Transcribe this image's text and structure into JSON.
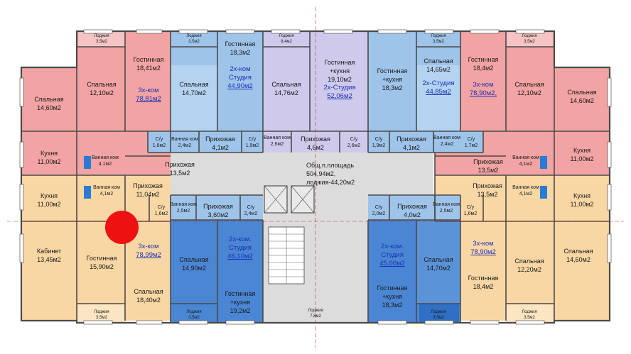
{
  "colors": {
    "red_unit": "#f2a3a3",
    "red_balcony": "#f6c4c4",
    "blue_unit": "#9ec4ea",
    "dark_blue_unit": "#4a86d3",
    "lavender_unit": "#cfc9ec",
    "orange_unit": "#f9d7a4",
    "core": "#dcdcdc",
    "wall": "#4a4a4a",
    "marker": "#ee1111",
    "apartment_text": "#1b2fb8"
  },
  "summary": {
    "line1": "Общ.п.площадь",
    "line2": "504,94м2,",
    "line3": "лоджия-44,20м2"
  },
  "apartments": [
    {
      "type": "3х-ком",
      "area": "78,81м2"
    },
    {
      "type": "2х-ком Студия",
      "area": "44,90м2"
    },
    {
      "type": "2х-Студия",
      "area": "52,06м2"
    },
    {
      "type": "2х-Студия",
      "area": "44,85м2"
    },
    {
      "type": "3х-ком",
      "area": "78,90м2,"
    },
    {
      "type": "3х-ком",
      "area": "78,99м2"
    },
    {
      "type": "2х-ком. Студия",
      "area": "46,10м2"
    },
    {
      "type": "2х-ком. Студия",
      "area": "45,00м2"
    },
    {
      "type": "3х-ком",
      "area": "78,90м2"
    }
  ],
  "rooms": [
    {
      "name": "Лоджия",
      "area": "3,5м2"
    },
    {
      "name": "Лоджия",
      "area": "3,5м2"
    },
    {
      "name": "Лоджия",
      "area": "8,4м2"
    },
    {
      "name": "Лоджия",
      "area": "3,5м2"
    },
    {
      "name": "Лоджия",
      "area": "3,5м2"
    },
    {
      "name": "Гостинная",
      "area": "18,41м2"
    },
    {
      "name": "Гостинная",
      "area": "18,3м2"
    },
    {
      "name": "Гостинная +кухня",
      "area": "19,10м2"
    },
    {
      "name": "Гостинная +кухня",
      "area": "18,3м2"
    },
    {
      "name": "Спальная",
      "area": "14,65м2"
    },
    {
      "name": "Гостинная",
      "area": "18,4м2"
    },
    {
      "name": "Спальная",
      "area": "12,10м2"
    },
    {
      "name": "Спальная",
      "area": "14,70м2"
    },
    {
      "name": "Спальная",
      "area": "14,76м2"
    },
    {
      "name": "Спальная",
      "area": "12,10м2"
    },
    {
      "name": "Спальная",
      "area": "14,60м2"
    },
    {
      "name": "Спальная",
      "area": "14,60м2"
    },
    {
      "name": "С/у",
      "area": "1,6м2"
    },
    {
      "name": "Ванная ком",
      "area": "2,4м2"
    },
    {
      "name": "Прихожая",
      "area": "4,1м2"
    },
    {
      "name": "С/у",
      "area": "1,9м2"
    },
    {
      "name": "Ванная ком",
      "area": "2,6м2"
    },
    {
      "name": "Прихожая",
      "area": "4,6м2"
    },
    {
      "name": "С/у",
      "area": "2,6м2"
    },
    {
      "name": "С/у",
      "area": "1,9м2"
    },
    {
      "name": "Прихожая",
      "area": "4,1м2"
    },
    {
      "name": "Ванная ком",
      "area": "2,4м2"
    },
    {
      "name": "С/у",
      "area": "1,7м2"
    },
    {
      "name": "Кухня",
      "area": "11,00м2"
    },
    {
      "name": "Кухня",
      "area": "11,00м2"
    },
    {
      "name": "Ванная ком",
      "area": "4,1м2"
    },
    {
      "name": "Ванная ком",
      "area": "4,1м2"
    },
    {
      "name": "Прихожая",
      "area": "13,5м2"
    },
    {
      "name": "Прихожая",
      "area": "13,5м2"
    },
    {
      "name": "Кухня",
      "area": "11,00м2"
    },
    {
      "name": "Кухня",
      "area": "11,00м2"
    },
    {
      "name": "Ванная ком",
      "area": "4,1м2"
    },
    {
      "name": "Ванная ком",
      "area": "4,1м2"
    },
    {
      "name": "Прихожая",
      "area": "11,04м2"
    },
    {
      "name": "Прихожая",
      "area": "13,5м2"
    },
    {
      "name": "С/у",
      "area": "1,6м2"
    },
    {
      "name": "Ванная ком",
      "area": "2,5м2"
    },
    {
      "name": "Прихожая",
      "area": "3,60м2"
    },
    {
      "name": "С/у",
      "area": "2,4м2"
    },
    {
      "name": "С/у",
      "area": "2,0м2"
    },
    {
      "name": "Прихожая",
      "area": "4,0м2"
    },
    {
      "name": "Ванная ком",
      "area": "2,5м2"
    },
    {
      "name": "С/у",
      "area": "1,6м2"
    },
    {
      "name": "Кабинет",
      "area": "13,45м2"
    },
    {
      "name": "Гостинная",
      "area": "15,90м2"
    },
    {
      "name": "Спальная",
      "area": "18,40м2"
    },
    {
      "name": "Спальная",
      "area": "14,90м2"
    },
    {
      "name": "Гостинная +кухня",
      "area": "19,2м2"
    },
    {
      "name": "Гостинная +кухня",
      "area": "18,3м2"
    },
    {
      "name": "Спальная",
      "area": "14,70м2"
    },
    {
      "name": "Спальная",
      "area": "12,20м2"
    },
    {
      "name": "Гостинная",
      "area": "18,4м2"
    },
    {
      "name": "Спальная",
      "area": "14,60м2"
    },
    {
      "name": "Лоджия",
      "area": "3,5м2"
    },
    {
      "name": "Лоджия",
      "area": "3,5м2"
    },
    {
      "name": "Лоджия",
      "area": "7,8м2"
    },
    {
      "name": "Лоджия",
      "area": "3,5м2"
    },
    {
      "name": "Лоджия",
      "area": "3,5м2"
    }
  ]
}
